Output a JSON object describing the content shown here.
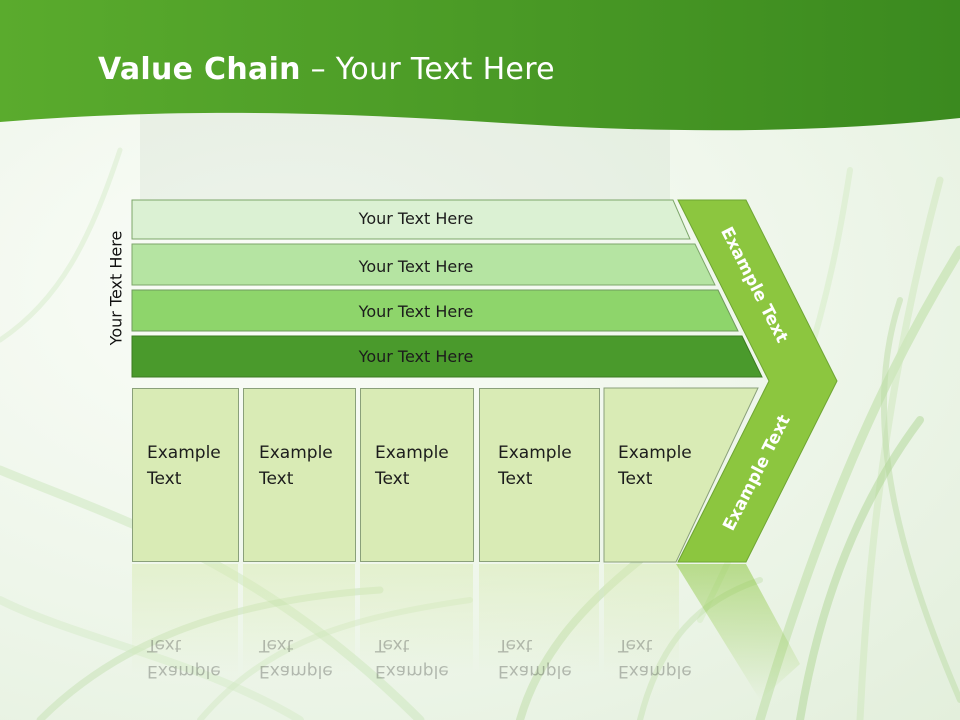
{
  "title": {
    "bold": "Value Chain",
    "rest": " – Your Text Here"
  },
  "side_label": "Your Text Here",
  "rows": [
    {
      "label": "Your Text Here",
      "color": "#dbf1d3"
    },
    {
      "label": "Your Text Here",
      "color": "#b5e4a2"
    },
    {
      "label": "Your Text Here",
      "color": "#8ed56b"
    },
    {
      "label": "Your Text Here",
      "color": "#4a9a2c"
    }
  ],
  "boxes": [
    {
      "line1": "Example",
      "line2": "Text"
    },
    {
      "line1": "Example",
      "line2": "Text"
    },
    {
      "line1": "Example",
      "line2": "Text"
    },
    {
      "line1": "Example",
      "line2": "Text"
    },
    {
      "line1": "Example",
      "line2": "Text"
    }
  ],
  "arrow": {
    "upper": "Example Text",
    "lower": "Example Text",
    "color": "#8cc63f"
  },
  "colors": {
    "header_dark": "#3b8a1f",
    "header_light": "#5aab2d",
    "box": "#d9ebb5"
  }
}
